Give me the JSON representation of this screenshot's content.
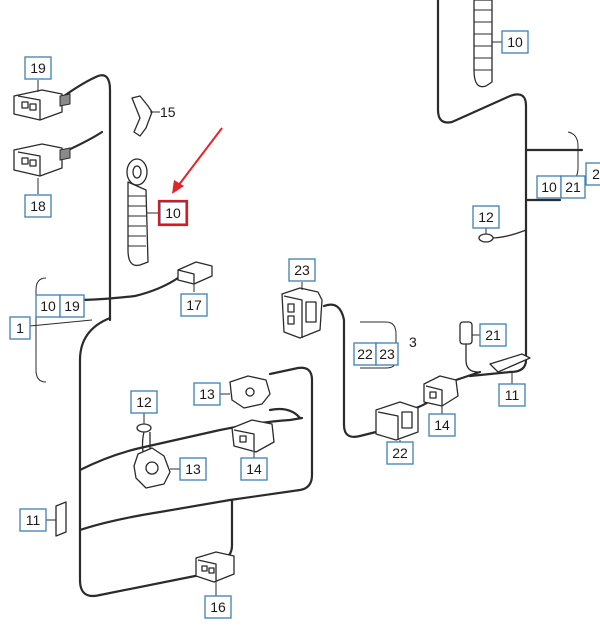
{
  "callouts": {
    "c10_top": "10",
    "c19": "19",
    "c15": "15",
    "c10_main": "10",
    "c18": "18",
    "c17": "17",
    "c1": "1",
    "c10_19_a": "10",
    "c10_19_b": "19",
    "c23": "23",
    "c3": "3",
    "c22_23_a": "22",
    "c22_23_b": "23",
    "c12_right": "12",
    "c21": "21",
    "c2": "2",
    "c10_21_a": "10",
    "c10_21_b": "21",
    "c11_right": "11",
    "c13_upper": "13",
    "c14_mid": "14",
    "c14_right": "14",
    "c22": "22",
    "c12_left": "12",
    "c13_lower": "13",
    "c11_left": "11",
    "c16": "16"
  },
  "colors": {
    "callout_border": "#3f7fb2",
    "highlight": "#d9181f",
    "arrow": "#e0262b",
    "line": "#2b2b2b"
  }
}
